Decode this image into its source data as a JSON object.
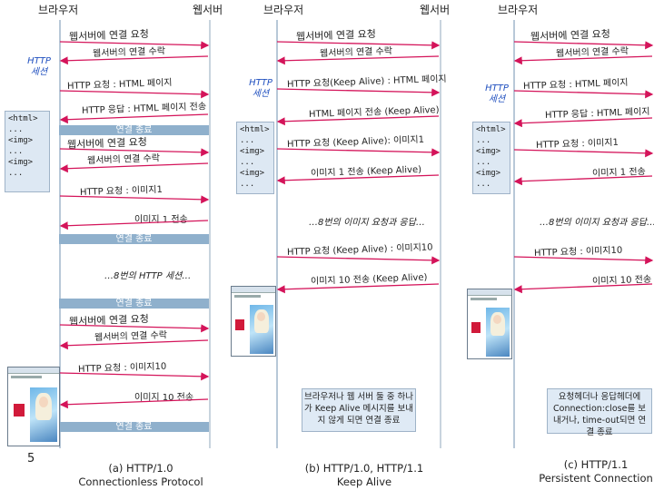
{
  "panel_a": {
    "client_label": "브라우저",
    "server_label": "웹서버",
    "session_label": "HTTP 세션",
    "html_lines": [
      "<html>",
      "...",
      "<img>",
      "...",
      "<img>",
      "..."
    ],
    "messages": [
      "웹서버에 연결 요청",
      "웹서버의 연결 수락",
      "HTTP 요청 : HTML 페이지",
      "HTTP 응답 : HTML 페이지 전송",
      "웹서버에 연결 요청",
      "웹서버의 연결 수락",
      "HTTP 요청 : 이미지1",
      "이미지 1 전송",
      "웹서버에 연결 요청",
      "웹서버의 연결 수락",
      "HTTP 요청 : 이미지10",
      "이미지 10 전송"
    ],
    "close_label": "연결 종료",
    "ellipsis": "…8번의 HTTP 세션…",
    "caption_line1": "(a) HTTP/1.0",
    "caption_line2": "Connectionless Protocol"
  },
  "panel_b": {
    "client_label": "브라우저",
    "server_label": "웹서버",
    "session_label": "HTTP 세션",
    "html_lines": [
      "<html>",
      "...",
      "<img>",
      "...",
      "<img>",
      "..."
    ],
    "messages": [
      "웹서버에 연결 요청",
      "웹서버의 연결 수락",
      "HTTP 요청(Keep Alive) : HTML 페이지",
      "HTML 페이지 전송 (Keep Alive)",
      "HTTP 요청 (Keep Alive): 이미지1",
      "이미지 1 전송 (Keep Alive)",
      "…8번의 이미지 요청과 응답…",
      "HTTP 요청 (Keep Alive) : 이미지10",
      "이미지 10 전송 (Keep Alive)"
    ],
    "note": "브라우저나 웹 서버 둘 중 하나가 Keep Alive 메시지를 보내지 않게 되면 연결 종료",
    "caption_line1": "(b) HTTP/1.0, HTTP/1.1",
    "caption_line2": "Keep Alive"
  },
  "panel_c": {
    "client_label": "브라우저",
    "session_label": "HTTP 세션",
    "html_lines": [
      "<html>",
      "...",
      "<img>",
      "...",
      "<img>",
      "..."
    ],
    "messages": [
      "웹서버에 연결 요청",
      "웹서버의 연결 수락",
      "HTTP 요청 : HTML 페이지",
      "HTTP 응답 : HTML 페이지",
      "HTTP 요청 : 이미지1",
      "이미지 1 전송",
      "…8번의 이미지 요청과 응답…",
      "HTTP 요청 : 이미지10",
      "이미지 10 전송"
    ],
    "note": "요청헤더나 응답헤더에 Connection:close를 보내거나, time-out되면 연결 종료",
    "caption_line1": "(c) HTTP/1.1",
    "caption_line2": "Persistent Connection"
  },
  "page_number": "5",
  "colors": {
    "arrow": "#d4145a",
    "close_bar": "#8fb0cc",
    "html_box": "#dde8f3",
    "session_text": "#1f4fbf"
  }
}
